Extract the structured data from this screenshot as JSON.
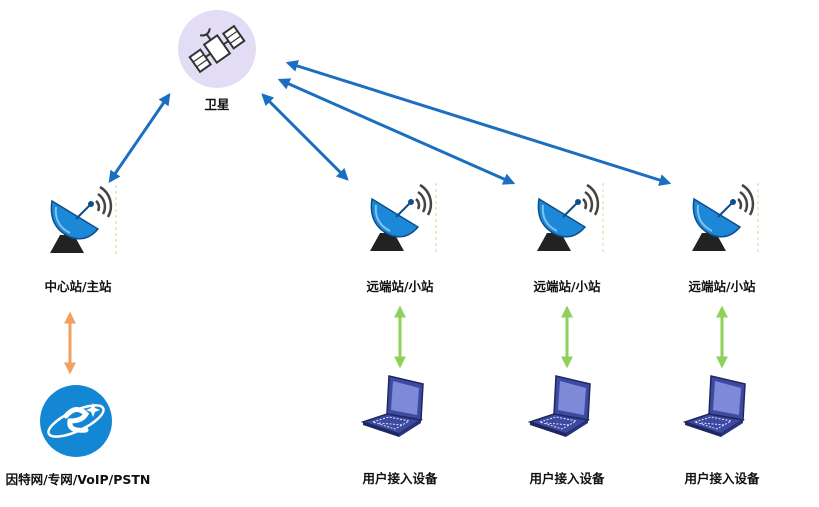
{
  "satellite": {
    "label": "卫星",
    "icon": "satellite-icon"
  },
  "hub": {
    "label": "中心站/主站",
    "icon": "dish-antenna-icon"
  },
  "network": {
    "label": "因特网/专网/VoIP/PSTN",
    "icon": "internet-globe-icon"
  },
  "remotes": [
    {
      "label": "远端站/小站",
      "device_label": "用户接入设备"
    },
    {
      "label": "远端站/小站",
      "device_label": "用户接入设备"
    },
    {
      "label": "远端站/小站",
      "device_label": "用户接入设备"
    }
  ],
  "colors": {
    "satellite_link": "#1a6fc0",
    "network_link": "#f0a060",
    "device_link": "#8fd15a",
    "dish": "#1e88d8",
    "globe": "#1487d4",
    "satellite_circle": "#e3dcf5",
    "laptop": "#3d4aa0"
  }
}
